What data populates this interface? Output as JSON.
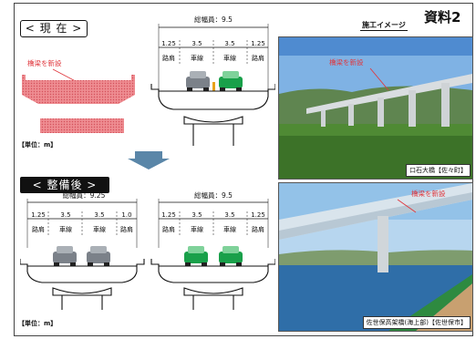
{
  "doc_label": "資料2",
  "stage_now": "< 現 在 >",
  "stage_after": "< 整備後 >",
  "sekou": "施工イメージ",
  "new_bridge_label": "橋梁を新設",
  "unit_label": "【単位：m】",
  "current_section": {
    "total": "総幅員：9.5",
    "segments": [
      "1.25",
      "3.5",
      "3.5",
      "1.25"
    ],
    "lanes": [
      "路肩",
      "車線",
      "車線",
      "路肩"
    ]
  },
  "after_left_section": {
    "total": "総幅員：9.25",
    "segments": [
      "1.25",
      "3.5",
      "3.5",
      "1.0"
    ],
    "lanes": [
      "路肩",
      "車線",
      "車線",
      "路肩"
    ]
  },
  "after_right_section": {
    "total": "総幅員：9.5",
    "segments": [
      "1.25",
      "3.5",
      "3.5",
      "1.25"
    ],
    "lanes": [
      "路肩",
      "車線",
      "車線",
      "路肩"
    ]
  },
  "photo1_caption": "口石大橋【佐々町】",
  "photo2_caption": "佐世保高架橋(海上部)【佐世保市】",
  "colors": {
    "hatch": "#e8757b",
    "car_gray": "#7b8189",
    "car_green": "#19a04a",
    "arrow": "#5a86a8",
    "label_red": "#e0383e"
  }
}
